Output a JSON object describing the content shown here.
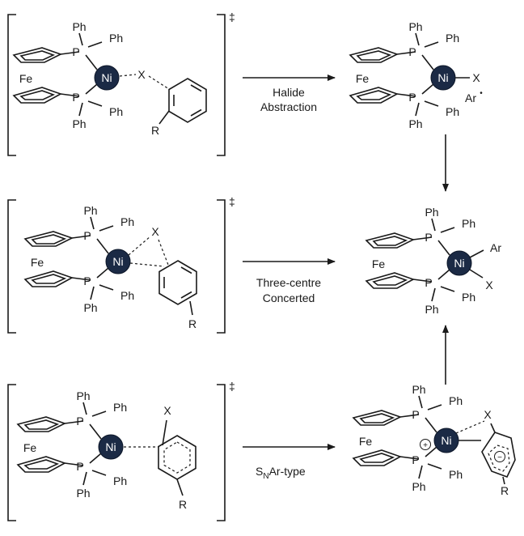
{
  "labels": {
    "ph": "Ph",
    "p": "P",
    "fe": "Fe",
    "ni": "Ni",
    "x": "X",
    "r": "R",
    "ar": "Ar",
    "radical_dot": "•",
    "dagger": "‡",
    "plus": "+",
    "minus": "−"
  },
  "arrows": {
    "halide_line1": "Halide",
    "halide_line2": "Abstraction",
    "concerted_line1": "Three-centre",
    "concerted_line2": "Concerted",
    "snar_s": "S",
    "snar_n": "N",
    "snar_rest": "Ar-type"
  }
}
